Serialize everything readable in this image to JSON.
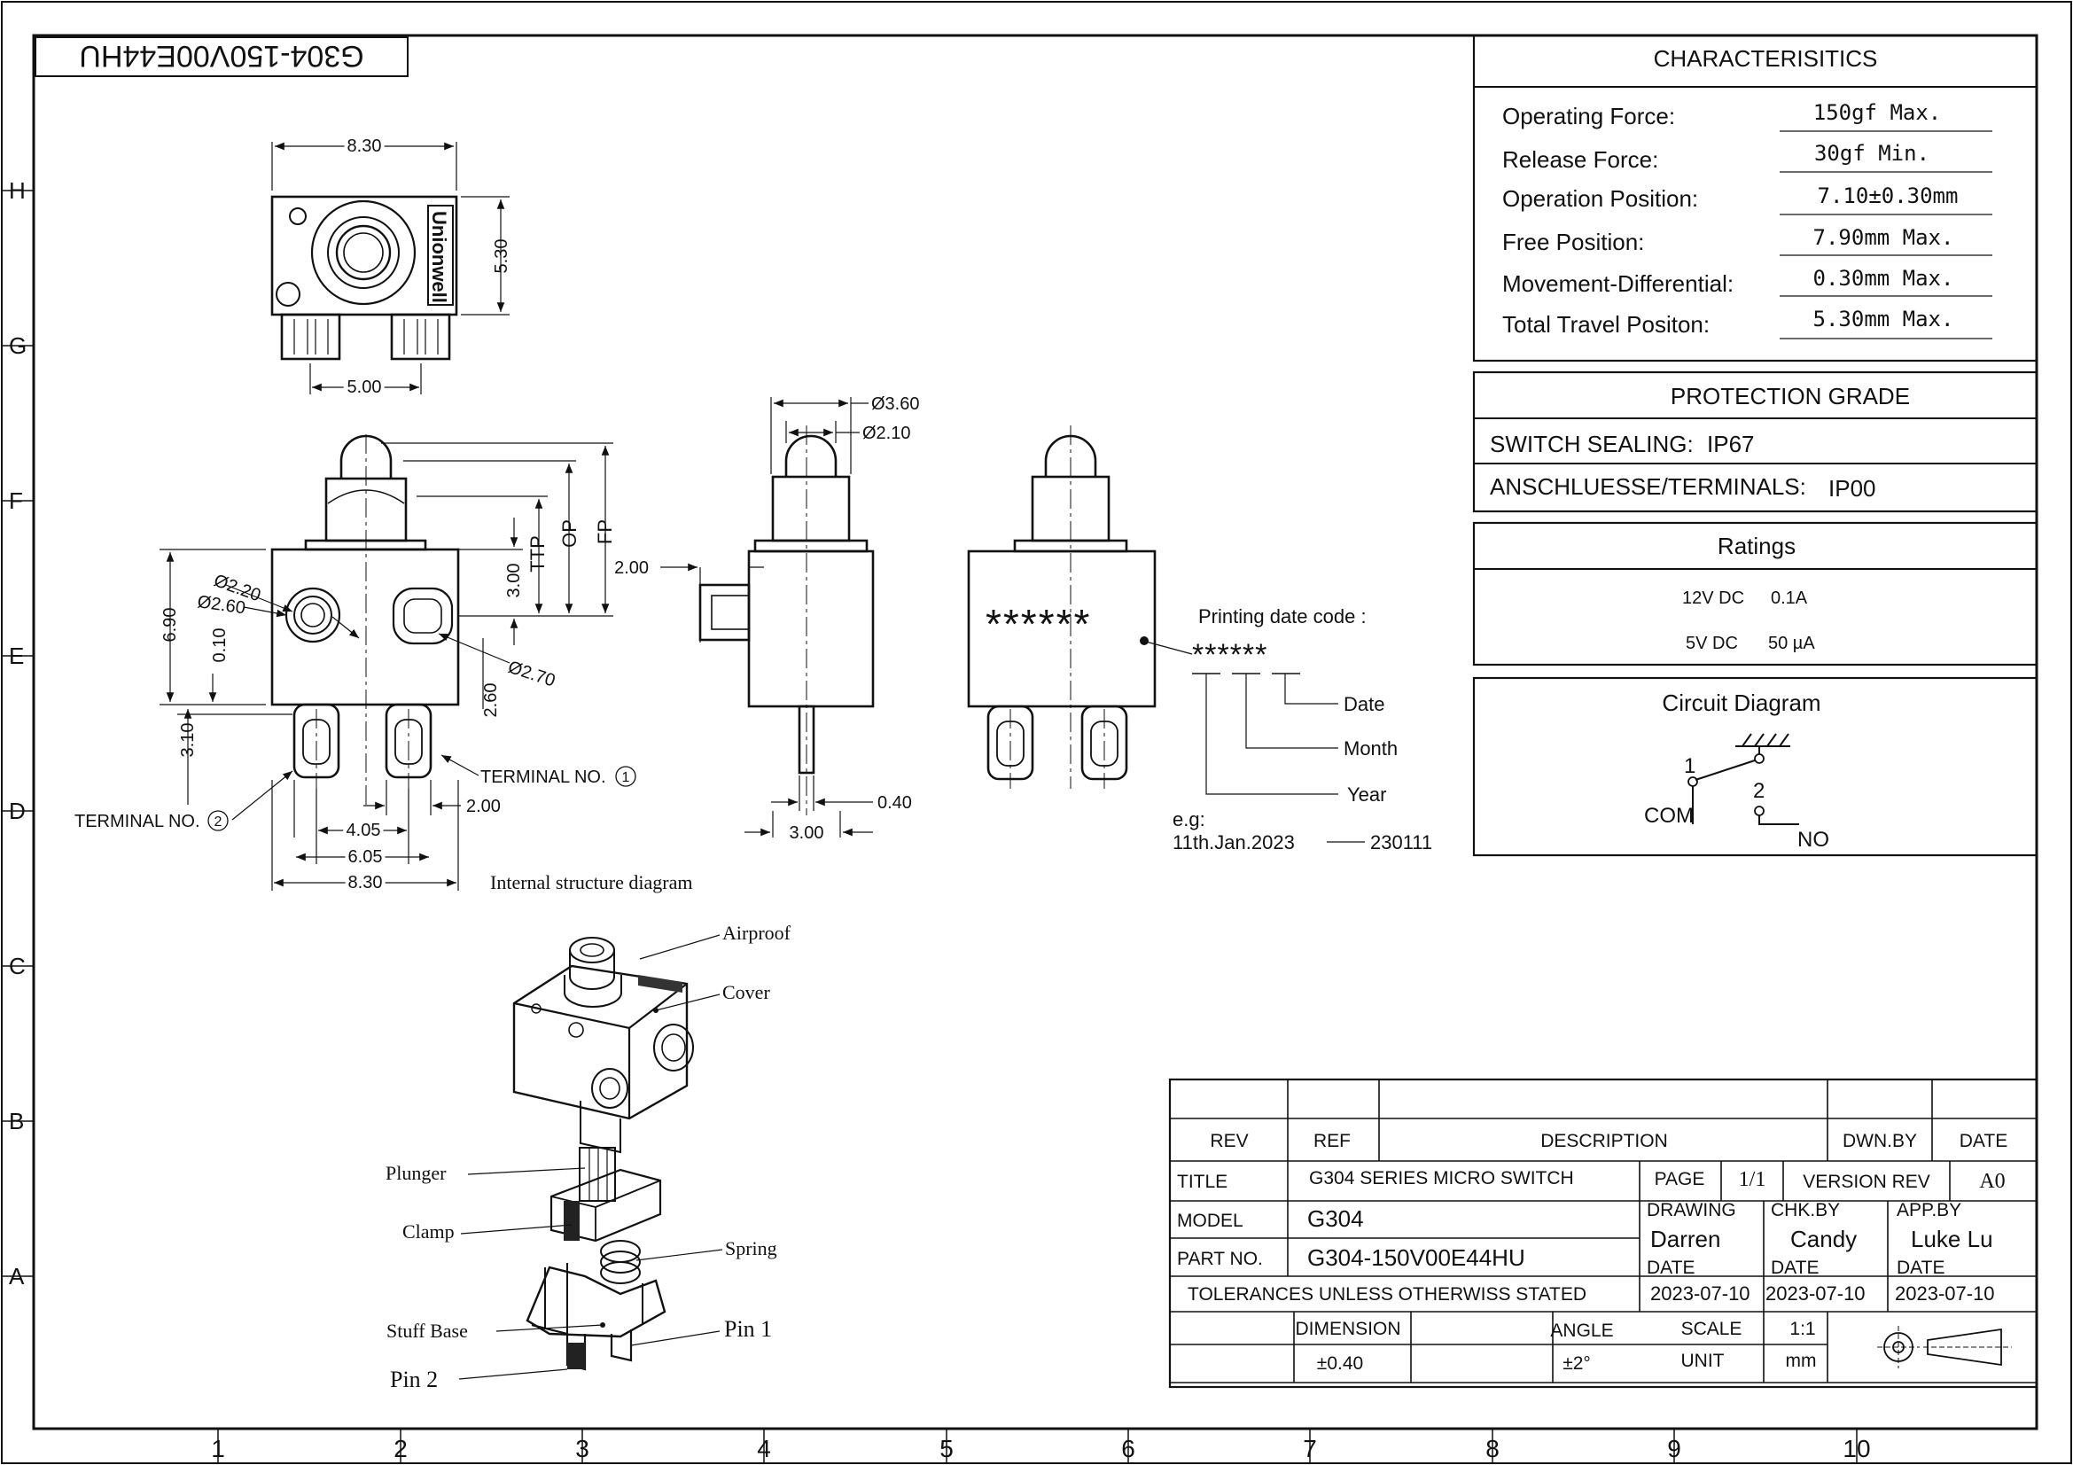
{
  "part_stamp": "G304-150V00E44HU",
  "grid": {
    "rows": [
      "H",
      "G",
      "F",
      "E",
      "D",
      "C",
      "B",
      "A"
    ],
    "cols": [
      "1",
      "2",
      "3",
      "4",
      "5",
      "6",
      "7",
      "8",
      "9",
      "10"
    ]
  },
  "top_view": {
    "width": "8.30",
    "height": "5.30",
    "pitch": "5.00",
    "brand": "Unionwell"
  },
  "front_view": {
    "hole_a": "Ø2.20",
    "hole_b": "Ø2.60",
    "hole_c": "Ø2.70",
    "d_690": "6.90",
    "d_010": "0.10",
    "d_310": "3.10",
    "d_300": "3.00",
    "d_260": "2.60",
    "ttp": "TTP",
    "op": "OP",
    "fp": "FP",
    "d_405": "4.05",
    "d_605": "6.05",
    "d_830": "8.30",
    "d_200": "2.00",
    "terminal1": "TERMINAL NO.",
    "terminal1_num": "1",
    "terminal2": "TERMINAL NO.",
    "terminal2_num": "2"
  },
  "side_view": {
    "d1": "Ø3.60",
    "d2": "Ø2.10",
    "d3": "2.00",
    "d4": "0.40",
    "d5": "3.00"
  },
  "rear_view": {
    "marking": "******"
  },
  "date_code": {
    "title": "Printing date code :",
    "code": "******",
    "date": "Date",
    "month": "Month",
    "year": "Year",
    "eg": "e.g:",
    "eg_date": "11th.Jan.2023",
    "eg_code": "230111"
  },
  "internal": {
    "title": "Internal structure diagram",
    "airproof": "Airproof",
    "cover": "Cover",
    "plunger": "Plunger",
    "clamp": "Clamp",
    "spring": "Spring",
    "stuff_base": "Stuff Base",
    "pin1": "Pin 1",
    "pin2": "Pin 2"
  },
  "characteristics": {
    "title": "CHARACTERISITICS",
    "rows": [
      {
        "label": "Operating Force:",
        "value": "150gf Max."
      },
      {
        "label": "Release Force:",
        "value": "30gf Min."
      },
      {
        "label": "Operation Position:",
        "value": "7.10±0.30mm"
      },
      {
        "label": "Free Position:",
        "value": "7.90mm Max."
      },
      {
        "label": "Movement-Differential:",
        "value": "0.30mm Max."
      },
      {
        "label": "Total Travel Positon:",
        "value": "5.30mm Max."
      }
    ]
  },
  "protection": {
    "title": "PROTECTION GRADE",
    "sealing_label": "SWITCH SEALING:",
    "sealing_value": "IP67",
    "terminals_label": "ANSCHLUESSE/TERMINALS:",
    "terminals_value": "IP00"
  },
  "ratings": {
    "title": "Ratings",
    "row1_v": "12V DC",
    "row1_a": "0.1A",
    "row2_v": "5V DC",
    "row2_a": "50 µA"
  },
  "circuit": {
    "title": "Circuit Diagram",
    "n1": "1",
    "n2": "2",
    "com": "COM",
    "no": "NO"
  },
  "title_block": {
    "rev": "REV",
    "ref": "REF",
    "description": "DESCRIPTION",
    "dwn_by": "DWN.BY",
    "date": "DATE",
    "title_label": "TITLE",
    "title_value": "G304 SERIES MICRO SWITCH",
    "page_label": "PAGE",
    "page_value": "1/1",
    "version_label": "VERSION REV",
    "version_value": "A0",
    "model_label": "MODEL",
    "model_value": "G304",
    "drawing_label": "DRAWING",
    "drawing_value": "Darren",
    "chk_label": "CHK.BY",
    "chk_value": "Candy",
    "app_label": "APP.BY",
    "app_value": "Luke Lu",
    "part_label": "PART NO.",
    "part_value": "G304-150V00E44HU",
    "date_label": "DATE",
    "date1": "2023-07-10",
    "date2": "2023-07-10",
    "date3": "2023-07-10",
    "tolerance": "TOLERANCES UNLESS OTHERWISS STATED",
    "dimension_label": "DIMENSION",
    "dimension_value": "±0.40",
    "angle_label": "ANGLE",
    "angle_value": "±2°",
    "scale_label": "SCALE",
    "scale_value": "1:1",
    "unit_label": "UNIT",
    "unit_value": "mm"
  }
}
